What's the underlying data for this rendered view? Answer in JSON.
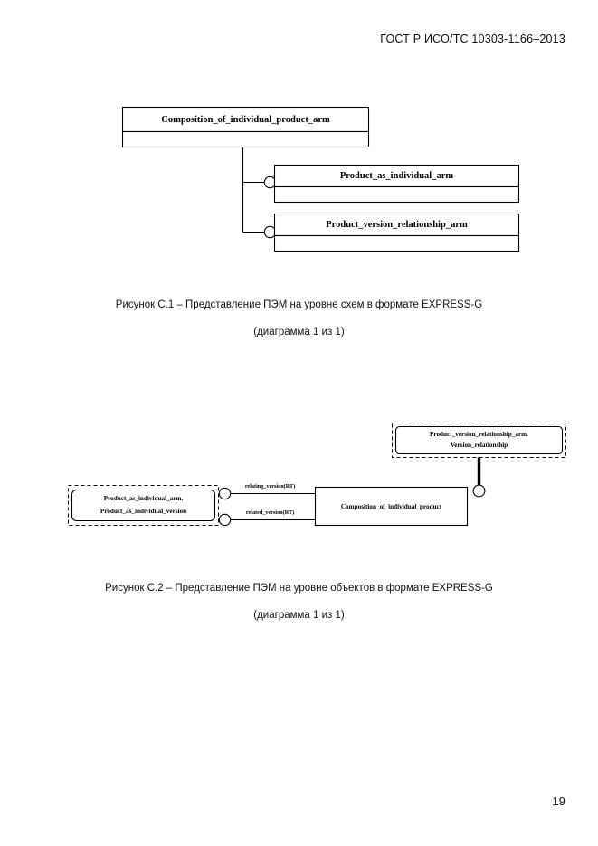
{
  "document": {
    "header": "ГОСТ Р ИСО/ТС 10303-1166–2013",
    "page_number": "19"
  },
  "figures": [
    {
      "id": "figure-c1",
      "caption_line1": "Рисунок  С.1 – Представление ПЭМ на уровне схем в формате EXPRESS-G",
      "caption_line2": "(диаграмма 1 из 1)",
      "diagram_type": "express-g-schema-level",
      "nodes": {
        "root": "Composition_of_individual_product_arm",
        "child1": "Product_as_individual_arm",
        "child2": "Product_version_relationship_arm"
      }
    },
    {
      "id": "figure-c2",
      "caption_line1": "Рисунок  С.2 – Представление ПЭМ на уровне объектов в формате EXPRESS-G",
      "caption_line2": "(диаграмма 1 из 1)",
      "diagram_type": "express-g-entity-level",
      "nodes": {
        "top_right_line1": "Product_version_relationship_arm.",
        "top_right_line2": "Version_relationship",
        "left_line1": "Product_as_individual_arm.",
        "left_line2": "Product_as_individual_version",
        "center": "Composition_of_individual_product"
      },
      "edges": {
        "relating": "relating_version(RT)",
        "related": "related_version(RT)"
      }
    }
  ],
  "colors": {
    "ink": "#000000",
    "paper": "#ffffff"
  }
}
